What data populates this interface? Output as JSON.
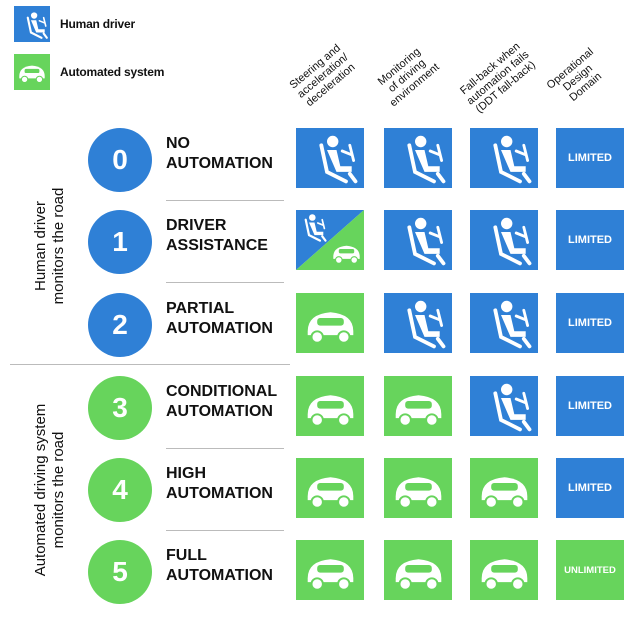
{
  "colors": {
    "human": "#2f80d6",
    "automated": "#67d45c"
  },
  "legend": [
    {
      "label": "Human driver",
      "icon": "human-driver-icon"
    },
    {
      "label": "Automated system",
      "icon": "car-icon"
    }
  ],
  "columns": [
    "Steering and\nacceleration/\ndeceleration",
    "Monitoring\nof driving\nenvironment",
    "Fall-back when\nautomation fails\n(DDT fall-back)",
    "Operational\nDesign\nDomain"
  ],
  "groups": [
    "Human driver\nmonitors the road",
    "Automated driving system\nmonitors the road"
  ],
  "levels": [
    {
      "number": "0",
      "name": "NO\nAUTOMATION",
      "cells": [
        "human",
        "human",
        "human"
      ],
      "odd": "LIMITED"
    },
    {
      "number": "1",
      "name": "DRIVER\nASSISTANCE",
      "cells": [
        "split",
        "human",
        "human"
      ],
      "odd": "LIMITED"
    },
    {
      "number": "2",
      "name": "PARTIAL\nAUTOMATION",
      "cells": [
        "automated",
        "human",
        "human"
      ],
      "odd": "LIMITED"
    },
    {
      "number": "3",
      "name": "CONDITIONAL\nAUTOMATION",
      "cells": [
        "automated",
        "automated",
        "human"
      ],
      "odd": "LIMITED"
    },
    {
      "number": "4",
      "name": "HIGH\nAUTOMATION",
      "cells": [
        "automated",
        "automated",
        "automated"
      ],
      "odd": "LIMITED"
    },
    {
      "number": "5",
      "name": "FULL\nAUTOMATION",
      "cells": [
        "automated",
        "automated",
        "automated"
      ],
      "odd": "UNLIMITED"
    }
  ]
}
